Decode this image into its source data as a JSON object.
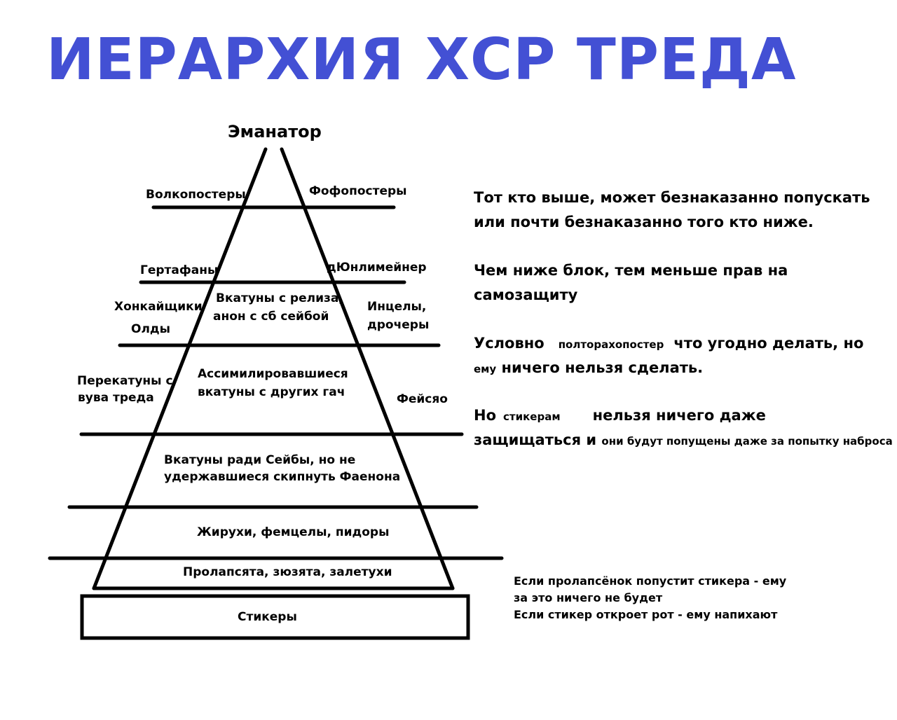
{
  "title": "ИЕРАРХИЯ ХСР ТРЕДА",
  "pyramid": {
    "apex": "Эманатор",
    "left_labels": [
      "Волкопостеры",
      "Гертафаны",
      "Хонкайщики",
      "Олды",
      "Перекатуны с",
      "вува треда"
    ],
    "right_labels": [
      "Фофопостеры",
      "дЮнлимейнер",
      "Инцелы,",
      "дрочеры",
      "Фейсяо"
    ],
    "tiers": [
      [
        "Вкатуны с релиза,",
        "анон с сб сейбой"
      ],
      [
        "Ассимилировавшиеся",
        "вкатуны с других гач"
      ],
      [
        "Вкатуны ради Сейбы, но не",
        "удержавшиеся скипнуть Фаенона"
      ],
      [
        "Жирухи, фемцелы, пидоры"
      ],
      [
        "Пролапсята, зюзята, залетухи"
      ]
    ],
    "base": "Стикеры"
  },
  "rules": {
    "r1": [
      "Тот кто выше, может безнаказанно",
      "попускать",
      "или почти безнаказанно того кто ниже."
    ],
    "r2": [
      "Чем ниже блок, тем меньше прав на",
      "самозащиту"
    ],
    "r3": [
      "Условно",
      "полторахопостер",
      "что угодно делать, но",
      "ему",
      "ничего нельзя сделать."
    ],
    "r4": [
      "Но",
      "стикерам",
      "нельзя ничего даже",
      "защищаться и",
      "они будут попущены даже за попытку наброса"
    ]
  },
  "notes": [
    "Если пролапсёнок попустит стикера - ему",
    "за это ничего не будет",
    "Если стикер откроет рот - ему напихают"
  ],
  "colors": {
    "title": "#4350d4"
  }
}
